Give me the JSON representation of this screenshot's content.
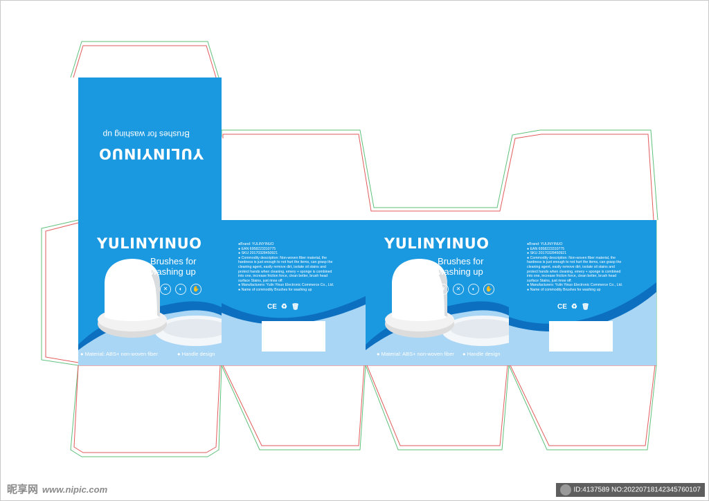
{
  "brand": "YULINYINUO",
  "tagline": "Brushes for washing up",
  "tagline_line1": "Brushes for",
  "tagline_line2": "washing up",
  "features": {
    "material": "● Material: ABS+ non-woven fiber",
    "handle": "● Handle design"
  },
  "specs": [
    "●Brand: YULINYINUO",
    "● EAN 6958223310775",
    "● SKU 20170328450921",
    "● Commodity description: Non-woven fiber material, the",
    "hardness is just enough to not hurt the items, can grasp the",
    "cleaning agent, easily remove dirt, isolate oil stains and",
    "protect hands when cleaning, emery + sponge is combined",
    "into one, increase friction force, clean better, brush head",
    "surface Stains, just rinse off.",
    "● Manufacturers: Yulin Yinuo Electronic Commerce Co., Ltd.",
    "● Name of commodity Brushes for washing up"
  ],
  "certifications": {
    "ce": "CE",
    "recycle_icon": "recycle-icon",
    "bin_icon": "trash-bin-icon"
  },
  "feature_icons": [
    "leaf-icon",
    "no-scratch-icon",
    "grease-off-icon",
    "hand-protect-icon"
  ],
  "watermark": {
    "logo_text": "昵享网",
    "site": "www.nipic.com",
    "id_text": "ID:4137589 NO:20220718142345760107"
  },
  "colors": {
    "panel_blue": "#1a98e0",
    "wave_dark": "#0c6fc0",
    "wave_light": "#a9d6f5",
    "dieline_red": "#e25a5a",
    "dieline_green": "#5dc07a"
  }
}
